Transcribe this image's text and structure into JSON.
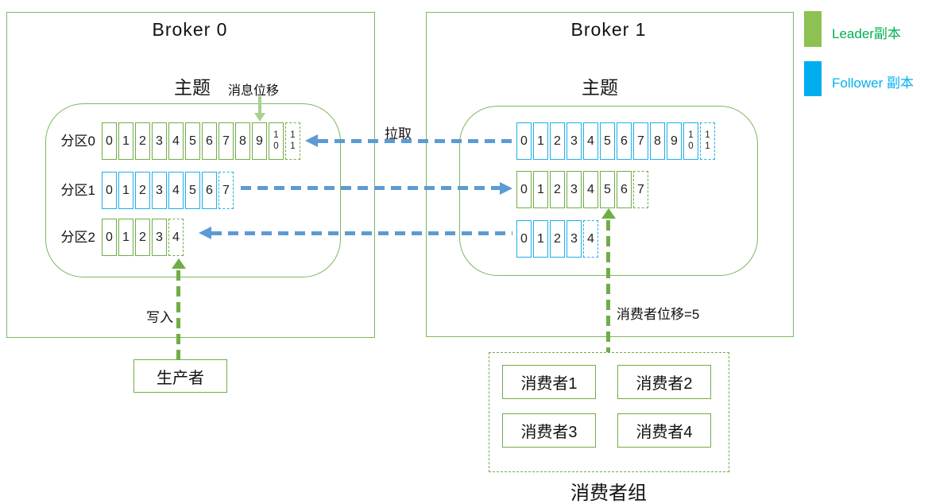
{
  "broker0": {
    "title": "Broker 0",
    "topic_label": "主题",
    "offset_label": "消息位移",
    "partitions": [
      {
        "label": "分区0",
        "type": "leader",
        "cells": [
          "0",
          "1",
          "2",
          "3",
          "4",
          "5",
          "6",
          "7",
          "8",
          "9",
          "10",
          "11"
        ]
      },
      {
        "label": "分区1",
        "type": "follower",
        "cells": [
          "0",
          "1",
          "2",
          "3",
          "4",
          "5",
          "6",
          "7"
        ]
      },
      {
        "label": "分区2",
        "type": "leader",
        "cells": [
          "0",
          "1",
          "2",
          "3",
          "4"
        ]
      }
    ]
  },
  "broker1": {
    "title": "Broker 1",
    "topic_label": "主题",
    "partitions": [
      {
        "label": "",
        "type": "follower",
        "cells": [
          "0",
          "1",
          "2",
          "3",
          "4",
          "5",
          "6",
          "7",
          "8",
          "9",
          "10",
          "11"
        ]
      },
      {
        "label": "",
        "type": "leader",
        "cells": [
          "0",
          "1",
          "2",
          "3",
          "4",
          "5",
          "6",
          "7"
        ]
      },
      {
        "label": "",
        "type": "follower",
        "cells": [
          "0",
          "1",
          "2",
          "3",
          "4"
        ]
      }
    ]
  },
  "annotations": {
    "pull_label": "拉取",
    "write_label": "写入",
    "consumer_offset_label": "消费者位移=5"
  },
  "producer": {
    "label": "生产者"
  },
  "consumer_group": {
    "label": "消费者组",
    "members": [
      "消费者1",
      "消费者2",
      "消费者3",
      "消费者4"
    ]
  },
  "legend": {
    "leader_label": "Leader副本",
    "follower_label": "Follower 副本",
    "leader_swatch_color": "#8DC152",
    "follower_swatch_color": "#00AEEF",
    "leader_text_color": "#00B050",
    "follower_text_color": "#00B0F0"
  },
  "colors": {
    "green_line": "#70AD47",
    "light_green_arrow": "#A9D18E",
    "blue_cell": "#1FAFE8",
    "blue_arrow": "#5B9BD5"
  }
}
